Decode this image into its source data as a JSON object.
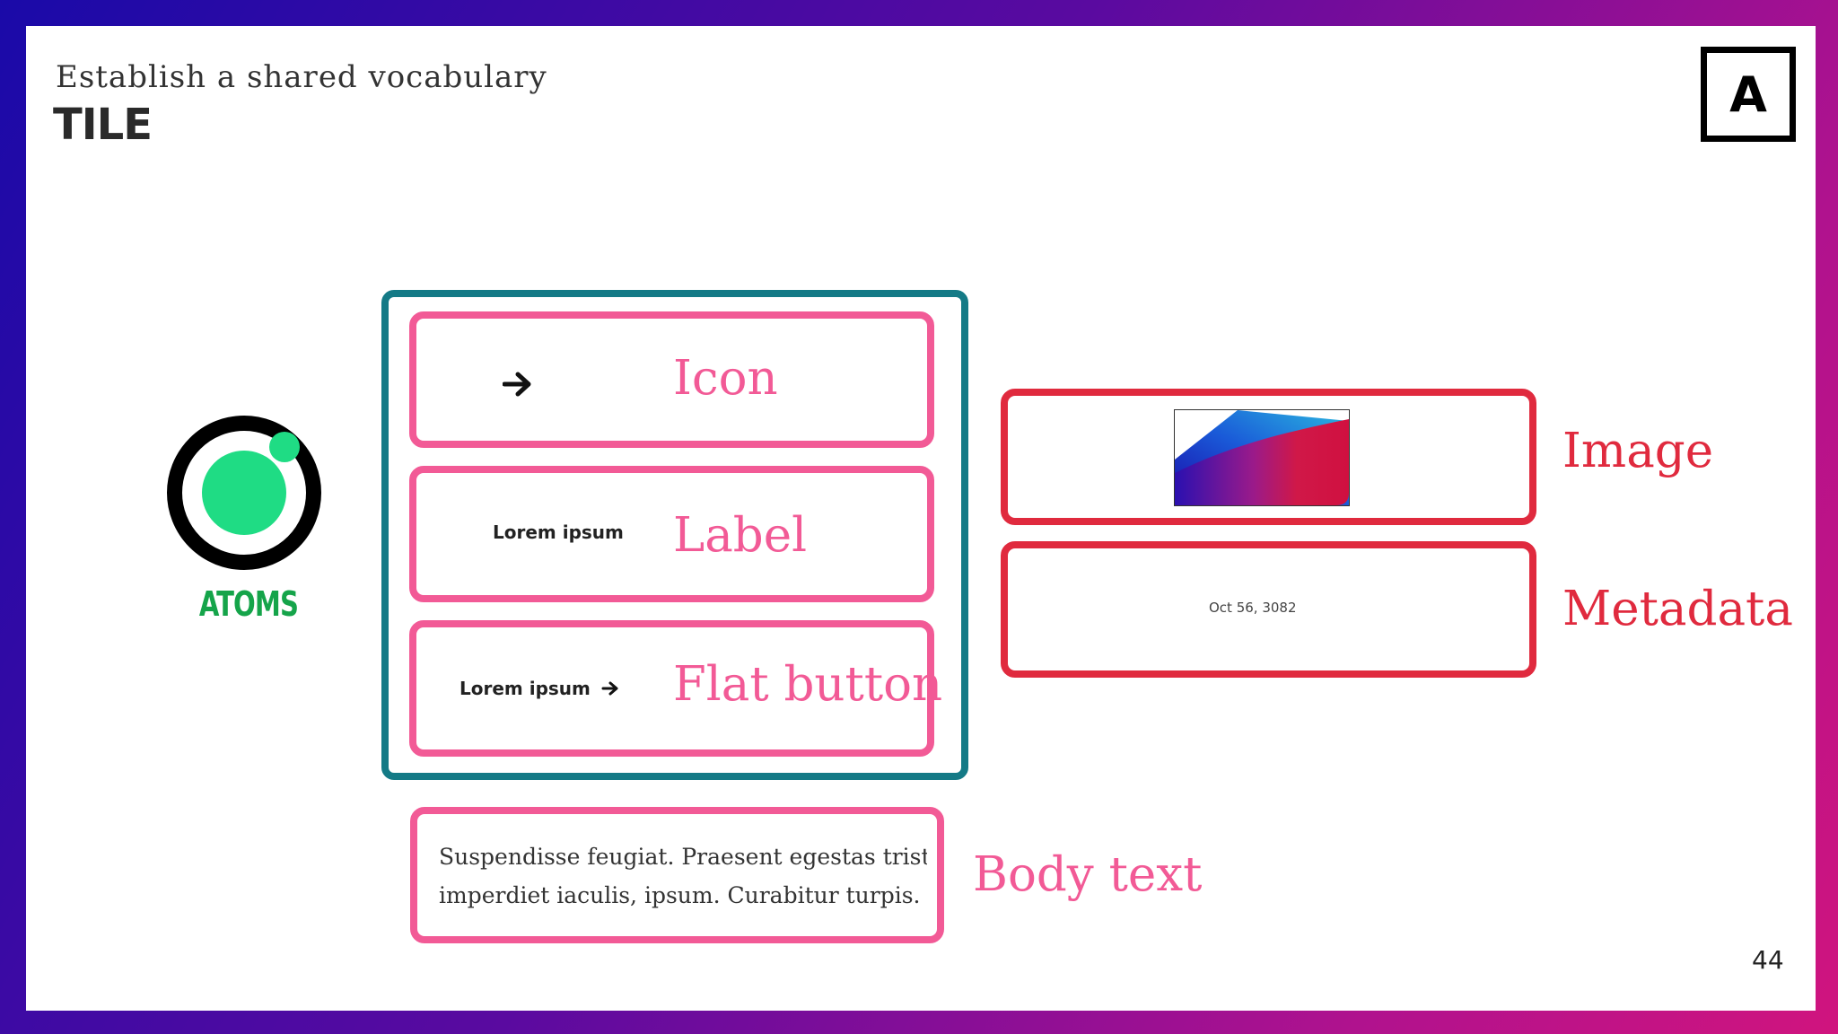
{
  "header": {
    "subtitle": "Establish a shared vocabulary",
    "title": "TILE"
  },
  "logo": {
    "letter": "A"
  },
  "atoms": {
    "label": "ATOMS",
    "icon": "atom-ring-icon"
  },
  "atom_items": [
    {
      "annotation": "Icon",
      "sample_icon": "arrow-right-icon"
    },
    {
      "annotation": "Label",
      "sample_text": "Lorem ipsum"
    },
    {
      "annotation": "Flat button",
      "sample_text": "Lorem ipsum",
      "sample_icon": "arrow-right-icon"
    }
  ],
  "body_text": {
    "annotation": "Body text",
    "lines": [
      "Suspendisse feugiat. Praesent egestas trist",
      "imperdiet iaculis, ipsum. Curabitur turpis."
    ]
  },
  "side_items": {
    "image": {
      "annotation": "Image"
    },
    "metadata": {
      "annotation": "Metadata",
      "sample_text": "Oct 56, 3082"
    }
  },
  "page_number": "44",
  "colors": {
    "pink": "#f25a96",
    "red": "#e02a3e",
    "teal": "#147a86",
    "atom_green": "#1fdc84",
    "atoms_label_green": "#15a44a"
  }
}
